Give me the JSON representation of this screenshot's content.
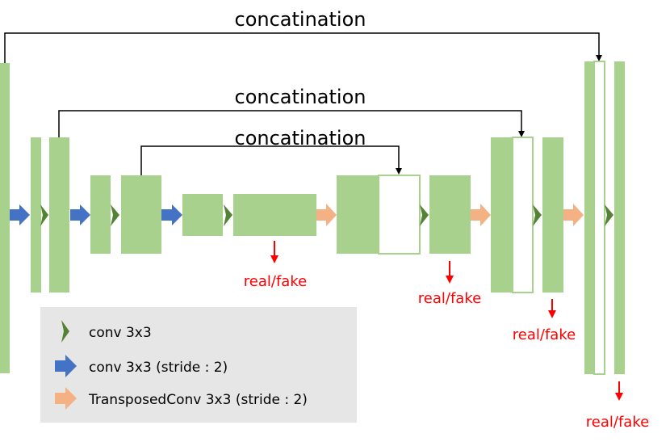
{
  "labels": {
    "concat_top": "concatination",
    "concat_mid": "concatination",
    "concat_inner": "concatination",
    "real_fake": "real/fake"
  },
  "legend": {
    "conv": "conv 3x3",
    "conv_stride": "conv 3x3 (stride : 2)",
    "transposed": "TransposedConv 3x3 (stride : 2)"
  },
  "colors": {
    "block_fill": "#A9D18E",
    "block_stroke": "#A9D18E",
    "empty_fill": "#FFFFFF",
    "conv_arrow": "#548235",
    "stride_arrow": "#4472C4",
    "transposed_arrow": "#F4B183",
    "output_arrow": "#FF0000",
    "output_text": "#FF0000",
    "line": "#000000",
    "legend_bg": "#E7E6E6"
  },
  "icons": {
    "conv": "green-chevron-arrow-icon",
    "conv_stride": "blue-block-arrow-icon",
    "transposed": "peach-block-arrow-icon",
    "output": "red-down-arrow-icon"
  }
}
